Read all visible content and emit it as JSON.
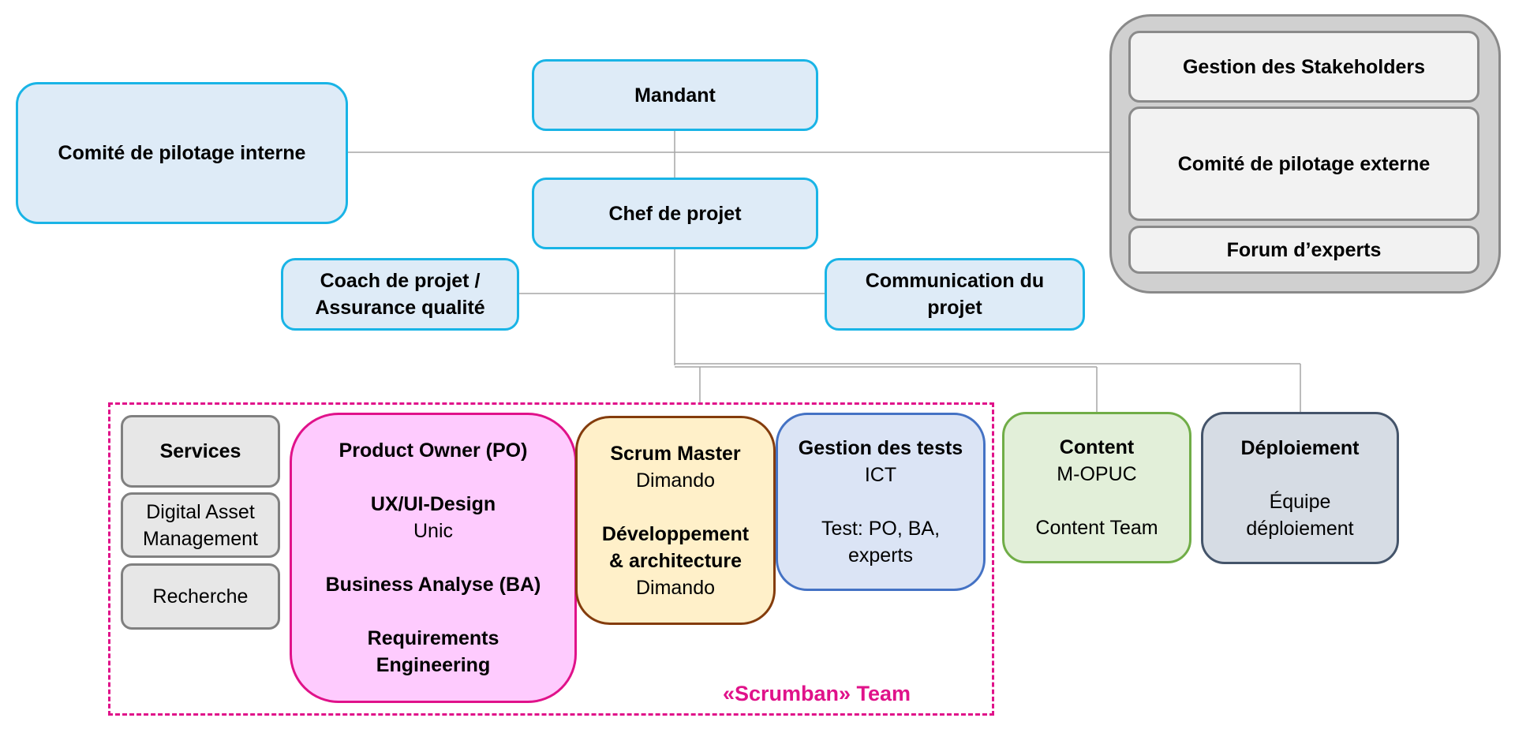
{
  "boxes": {
    "mandant": {
      "title": "Mandant"
    },
    "comite_interne": {
      "title": "Comité de pilotage interne"
    },
    "chef_projet": {
      "title": "Chef de projet"
    },
    "coach": {
      "line1": "Coach de projet /",
      "line2": "Assurance qualité"
    },
    "communication": {
      "line1": "Communication du",
      "line2": "projet"
    },
    "stakeholders": {
      "gestion": "Gestion des Stakeholders",
      "comite_externe": "Comité de pilotage externe",
      "forum": "Forum d’experts"
    },
    "services": {
      "title": "Services",
      "dam_line1": "Digital Asset",
      "dam_line2": "Management",
      "recherche": "Recherche"
    },
    "product_owner": {
      "po": "Product Owner (PO)",
      "ux": "UX/UI-Design",
      "ux_vendor": "Unic",
      "ba": "Business Analyse (BA)",
      "re_line1": "Requirements",
      "re_line2": "Engineering"
    },
    "scrum_master": {
      "title": "Scrum Master",
      "vendor": "Dimando",
      "dev_line1": "Développement",
      "dev_line2": "& architecture",
      "dev_vendor": "Dimando"
    },
    "tests": {
      "title": "Gestion des tests",
      "sub": "ICT",
      "line1": "Test: PO, BA,",
      "line2": "experts"
    },
    "content": {
      "title": "Content",
      "sub": "M-OPUC",
      "team": "Content Team"
    },
    "deploiement": {
      "title": "Déploiement",
      "line1": "Équipe",
      "line2": "déploiement"
    }
  },
  "scrumban_label": "«Scrumban» Team",
  "colors": {
    "blue_fill": "#deebf7",
    "blue_border": "#19b4e6",
    "pink_border": "#e0128a",
    "pink_fill": "#fecbfe",
    "yellow_fill": "#fff0c9",
    "brown_border": "#843c0c",
    "lavender_fill": "#dbe4f5",
    "lavender_border": "#4472c4",
    "green_fill": "#e2efd9",
    "green_border": "#70ad47",
    "slate_fill": "#d6dce4",
    "slate_border": "#44546a",
    "connector": "#a6a6a6"
  }
}
